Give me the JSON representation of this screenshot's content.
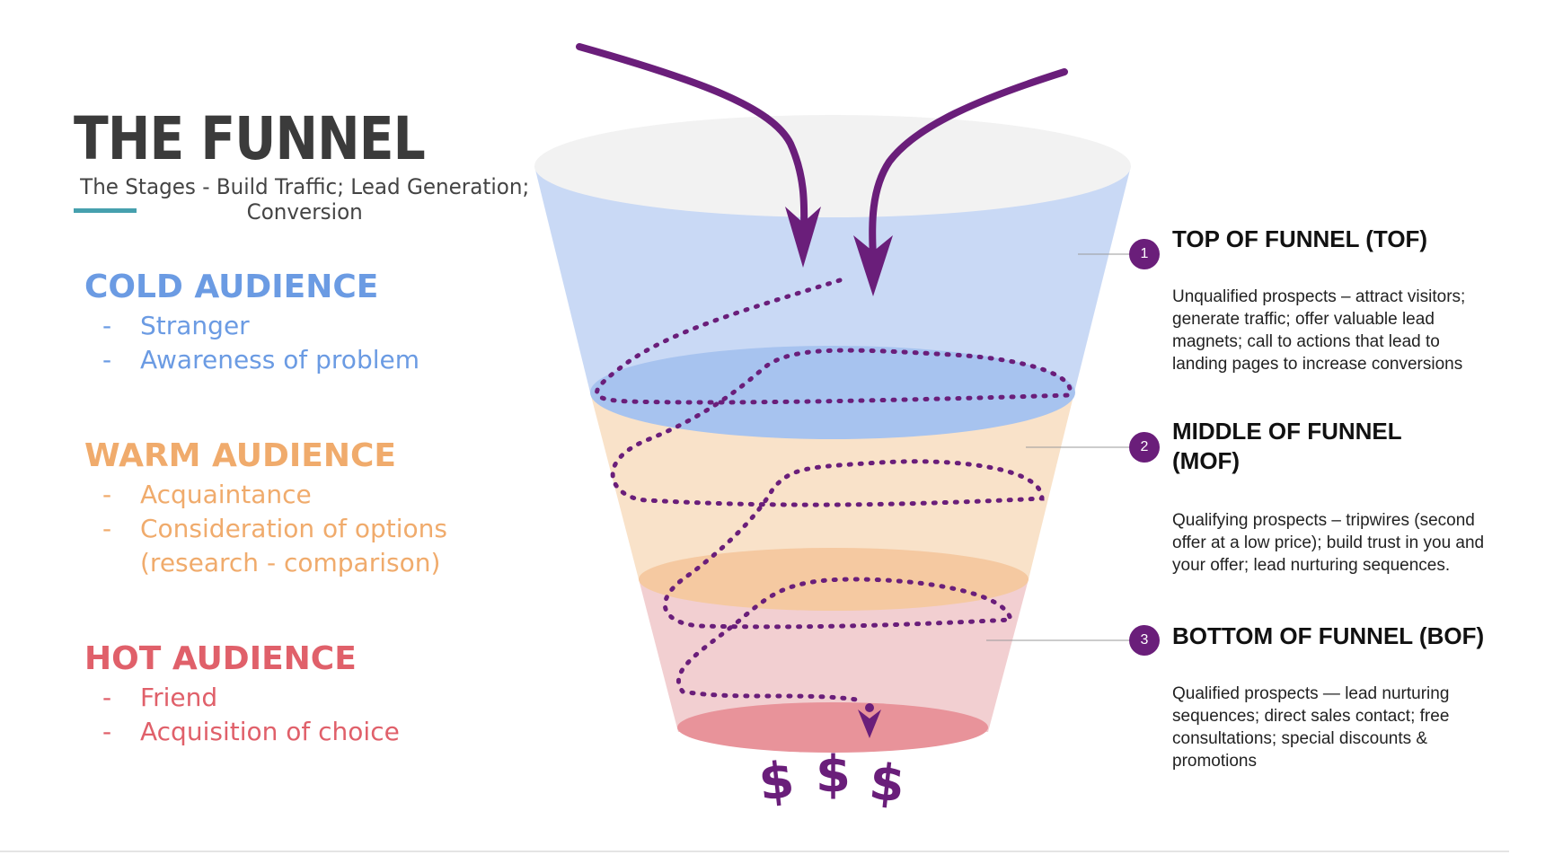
{
  "header": {
    "title": "THE FUNNEL",
    "subtitle_line1": "The Stages - Build Traffic; Lead Generation;",
    "subtitle_line2": "Conversion"
  },
  "audiences": [
    {
      "heading": "COLD AUDIENCE",
      "color": "#6b9be3",
      "items": [
        "Stranger",
        "Awareness of problem"
      ]
    },
    {
      "heading": "WARM AUDIENCE",
      "color": "#f0ab6c",
      "items": [
        "Acquaintance",
        "Consideration of options",
        "(research - comparison)"
      ]
    },
    {
      "heading": "HOT AUDIENCE",
      "color": "#e0606a",
      "items": [
        "Friend",
        "Acquisition of choice"
      ]
    }
  ],
  "dash": "-",
  "stages": [
    {
      "number": "1",
      "title_line1": "TOP OF FUNNEL (TOF)",
      "title_line2": "",
      "description": "Unqualified prospects – attract visitors; generate traffic; offer valuable lead magnets; call to actions that lead to landing pages to increase conversions"
    },
    {
      "number": "2",
      "title_line1": "MIDDLE OF FUNNEL",
      "title_line2": "(MOF)",
      "description": "Qualifying prospects –  tripwires (second offer at a low price); build trust in you and your offer; lead nurturing sequences."
    },
    {
      "number": "3",
      "title_line1": "BOTTOM OF FUNNEL (BOF)",
      "title_line2": "",
      "description": "Qualified prospects — lead nurturing sequences; direct sales contact; free consultations; special discounts & promotions"
    }
  ],
  "funnel": {
    "colors": {
      "top": "#c9d9f5",
      "top_rim": "#f2f2f2",
      "middle": "#f9e2c9",
      "middle_rim": "#a7c3ef",
      "bottom": "#f2cfd1",
      "bottom_rim": "#f5c9a1",
      "outlet": "#e8939a",
      "arrow": "#6a1e7a"
    },
    "dollar_signs": [
      "$",
      "$",
      "$"
    ]
  }
}
